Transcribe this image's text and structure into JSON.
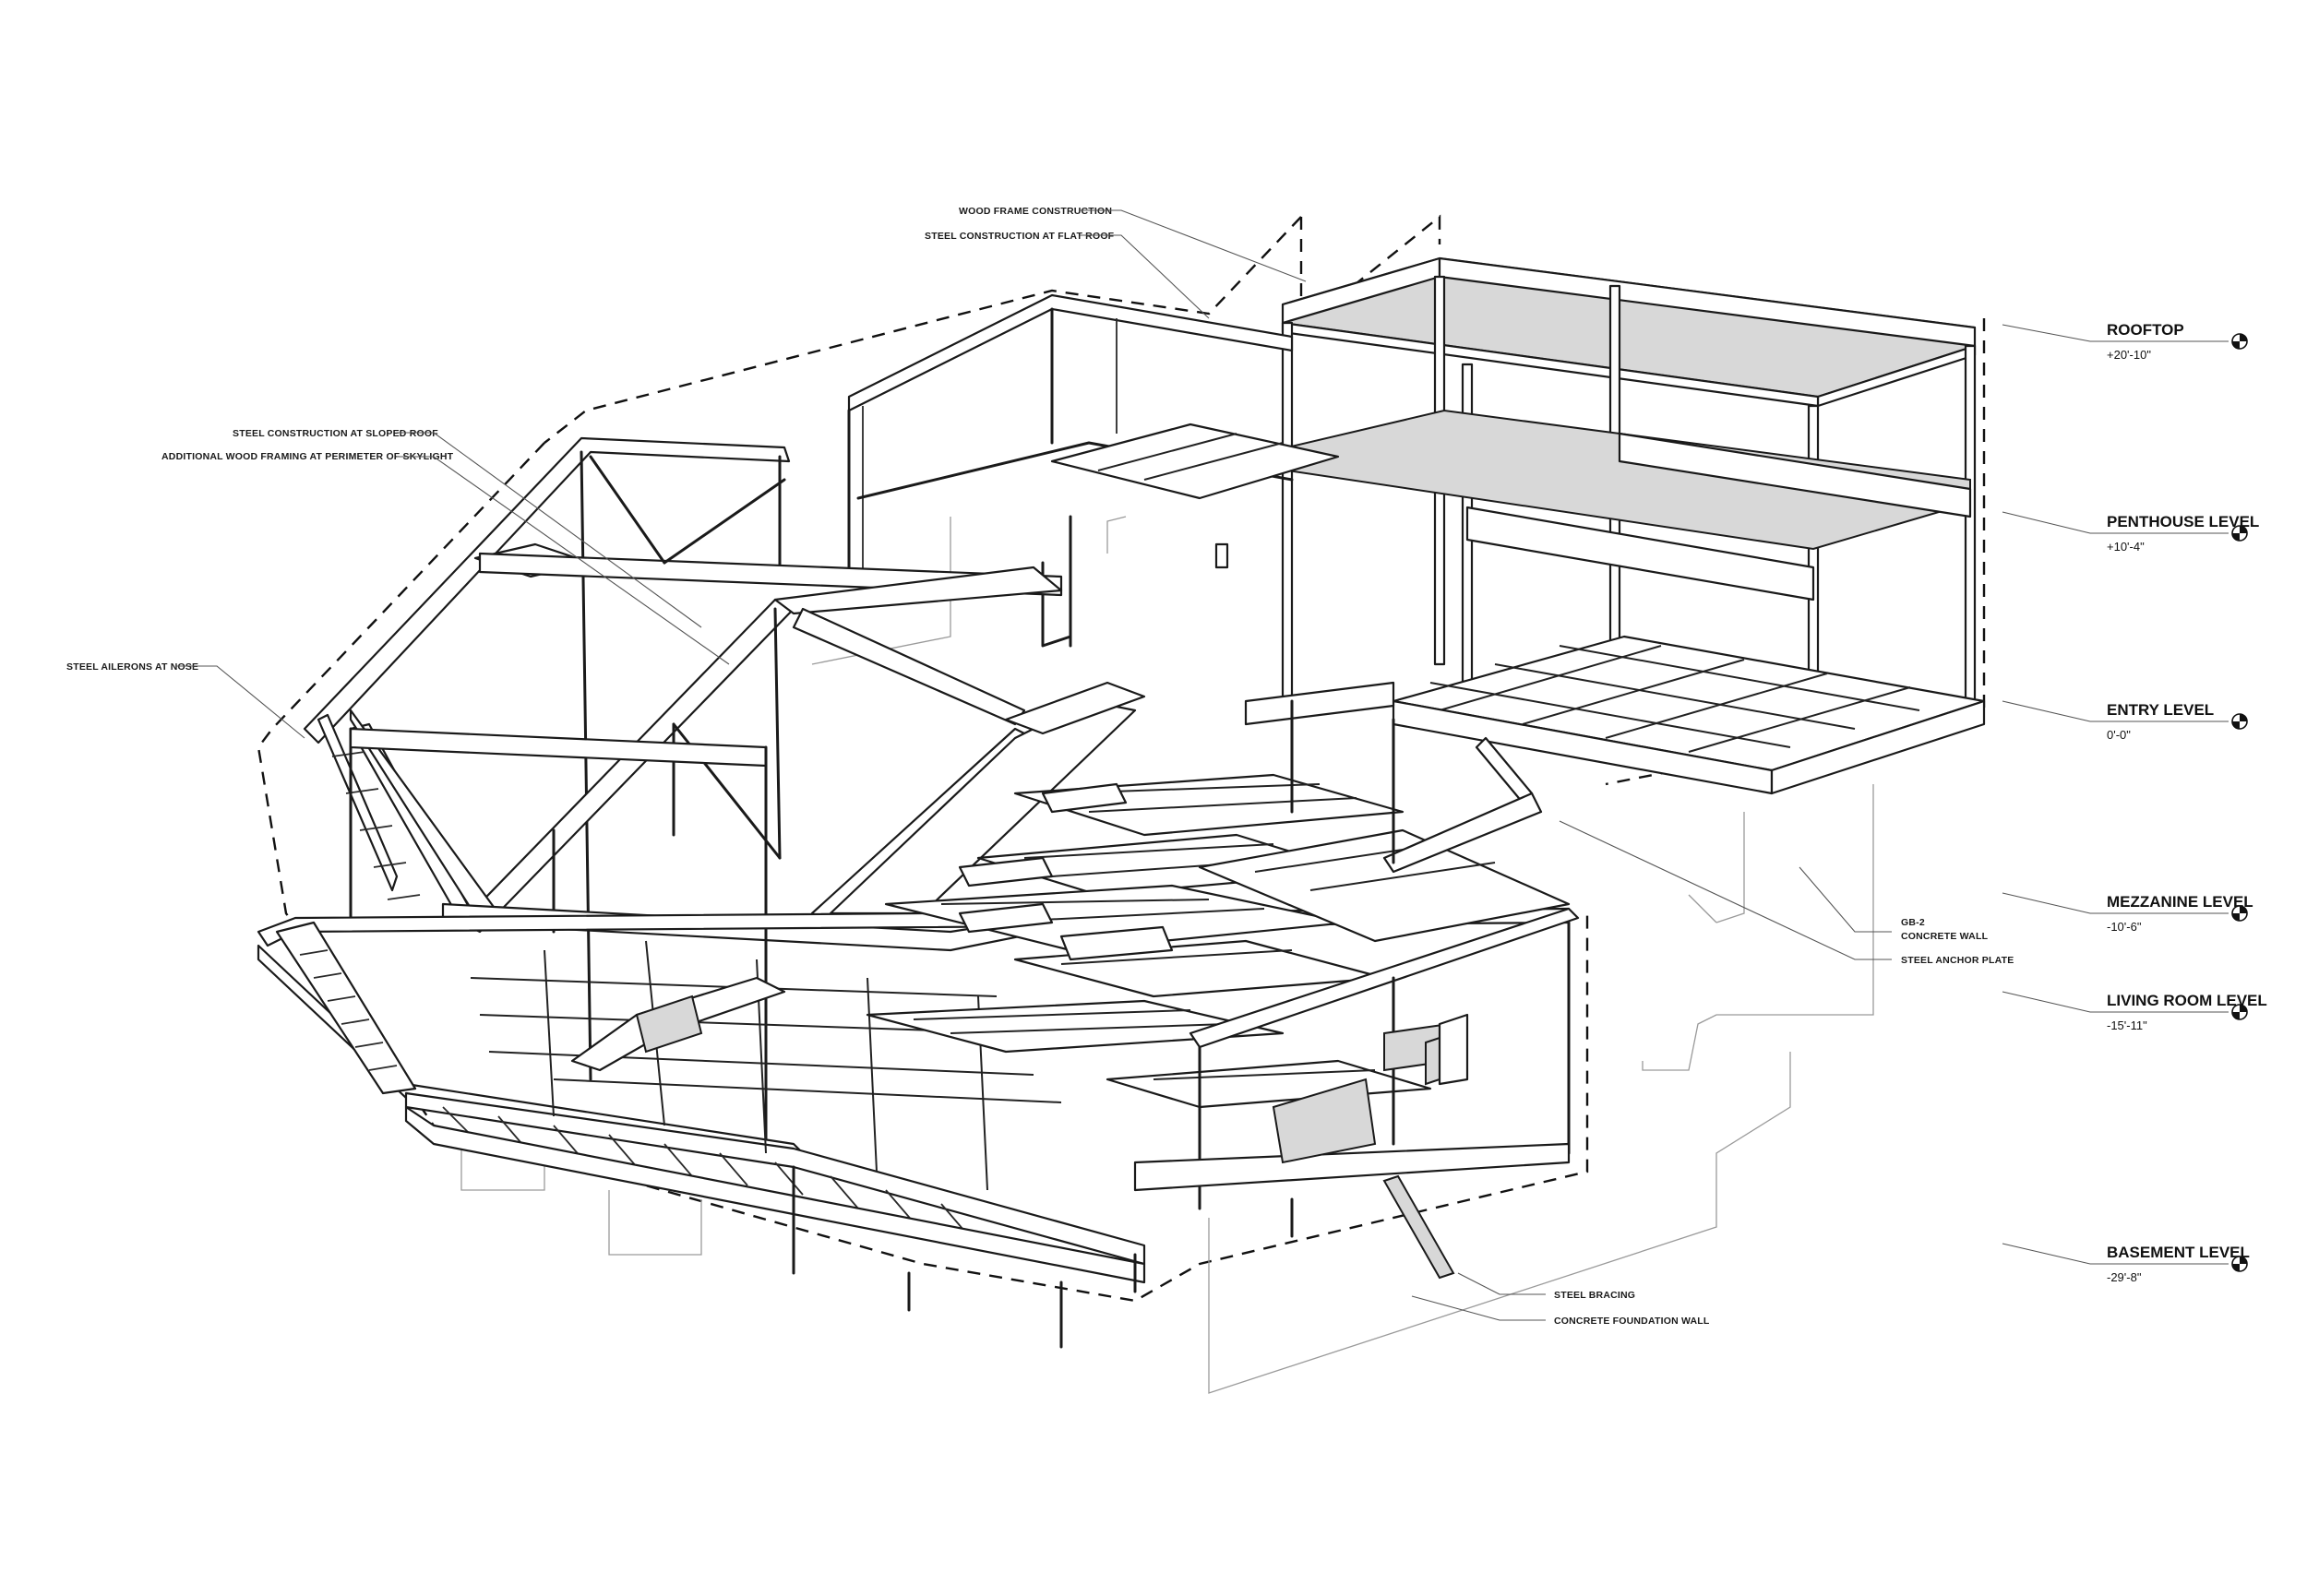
{
  "annotations": {
    "wood_frame": "WOOD FRAME CONSTRUCTION",
    "steel_flat_roof": "STEEL CONSTRUCTION AT FLAT ROOF",
    "steel_sloped_roof": "STEEL CONSTRUCTION AT SLOPED ROOF",
    "wood_skylight": "ADDITIONAL WOOD FRAMING AT PERIMETER OF SKYLIGHT",
    "steel_ailerons": "STEEL AILERONS AT NOSE",
    "gb2_line1": "GB-2",
    "gb2_line2": "CONCRETE WALL",
    "steel_anchor": "STEEL ANCHOR PLATE",
    "steel_bracing": "STEEL BRACING",
    "concrete_foundation": "CONCRETE FOUNDATION WALL"
  },
  "levels": [
    {
      "name": "ROOFTOP",
      "elevation": "+20'-10\""
    },
    {
      "name": "PENTHOUSE LEVEL",
      "elevation": "+10'-4\""
    },
    {
      "name": "ENTRY LEVEL",
      "elevation": "0'-0\""
    },
    {
      "name": "MEZZANINE LEVEL",
      "elevation": "-10'-6\""
    },
    {
      "name": "LIVING ROOM LEVEL",
      "elevation": "-15'-11\""
    },
    {
      "name": "BASEMENT LEVEL",
      "elevation": "-29'-8\""
    }
  ],
  "colors": {
    "ink": "#1a1a1a",
    "leader": "#555555",
    "ghost": "#9a9a9a",
    "shade": "#d8d8d8"
  }
}
